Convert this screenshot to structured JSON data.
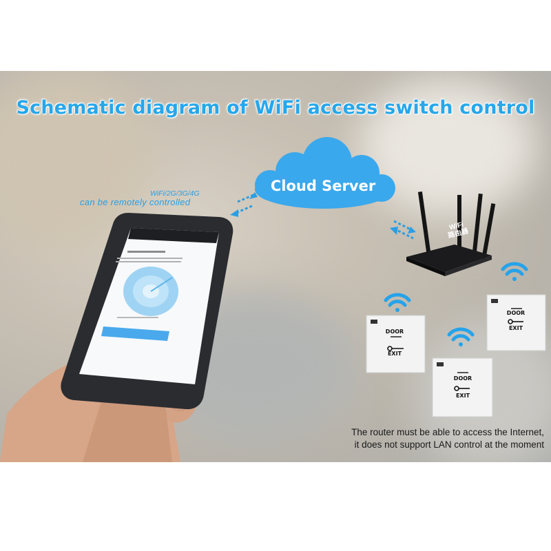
{
  "title": "Schematic diagram of WiFi access switch control",
  "phone_caption": {
    "network": "WiFi/2G/3G/4G",
    "remote": "can be remotely controlled"
  },
  "cloud": {
    "label": "Cloud Server"
  },
  "router": {
    "label_en": "WiFi",
    "label_cn": "路由器"
  },
  "switches": [
    {
      "top": "DOOR",
      "bottom": "EXIT"
    },
    {
      "top": "DOOR",
      "bottom": "EXIT"
    },
    {
      "top": "DOOR",
      "bottom": "EXIT"
    }
  ],
  "note": {
    "line1": "The router must be able to access the Internet,",
    "line2": "it does not support LAN control at the moment"
  },
  "colors": {
    "accent": "#27a7ea",
    "cloud": "#3aa8ec"
  }
}
